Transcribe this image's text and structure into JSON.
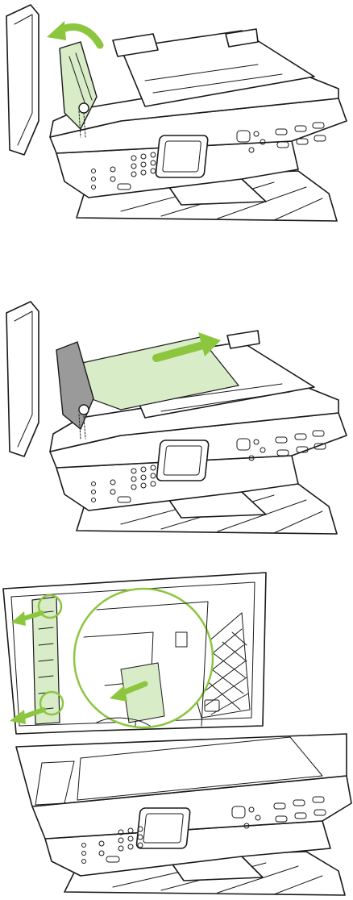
{
  "colors": {
    "outline": "#1a1a1a",
    "accent_green": "#8cc63f",
    "paper_fill": "#d9ecc8",
    "device_fill": "#ffffff",
    "dark_part": "#9a9a9a"
  },
  "steps": [
    {
      "illustration": "open-document-feeder-cover",
      "arrow": "curved-arrow"
    },
    {
      "illustration": "pull-jammed-paper-out-of-feeder",
      "arrow": "straight-arrow"
    },
    {
      "illustration": "remove-jam-under-scanner-lid",
      "arrow": "arrows-at-circled-locations"
    }
  ]
}
